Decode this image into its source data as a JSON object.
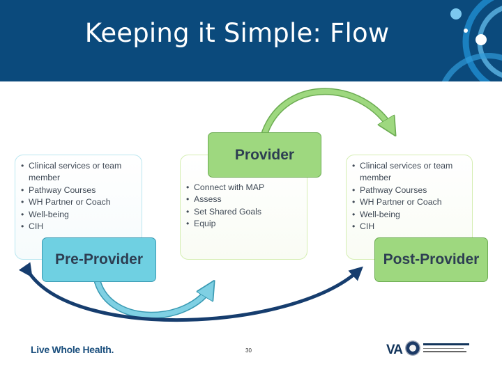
{
  "slide": {
    "title": "Keeping it Simple: Flow",
    "page_number": "30"
  },
  "colors": {
    "header": "#0b4a7c",
    "blue_box": "#6fd0e2",
    "green_box": "#9ed87f",
    "blue_arrow": "#7fd0e3",
    "green_arrow": "#9ed87f",
    "dark_arrow": "#163d6e"
  },
  "stages": {
    "pre_provider": {
      "label": "Pre-Provider",
      "items": [
        "Clinical services or team member",
        "Pathway Courses",
        "WH Partner or Coach",
        "Well-being",
        "CIH"
      ]
    },
    "provider": {
      "label": "Provider",
      "items": [
        "Connect with MAP",
        "Assess",
        "Set Shared Goals",
        "Equip"
      ]
    },
    "post_provider": {
      "label": "Post-Provider",
      "items": [
        "Clinical services or team member",
        "Pathway Courses",
        "WH Partner or Coach",
        "Well-being",
        "CIH"
      ]
    }
  },
  "footer": {
    "brand": "Live Whole Health.",
    "va_logo": "VA"
  }
}
